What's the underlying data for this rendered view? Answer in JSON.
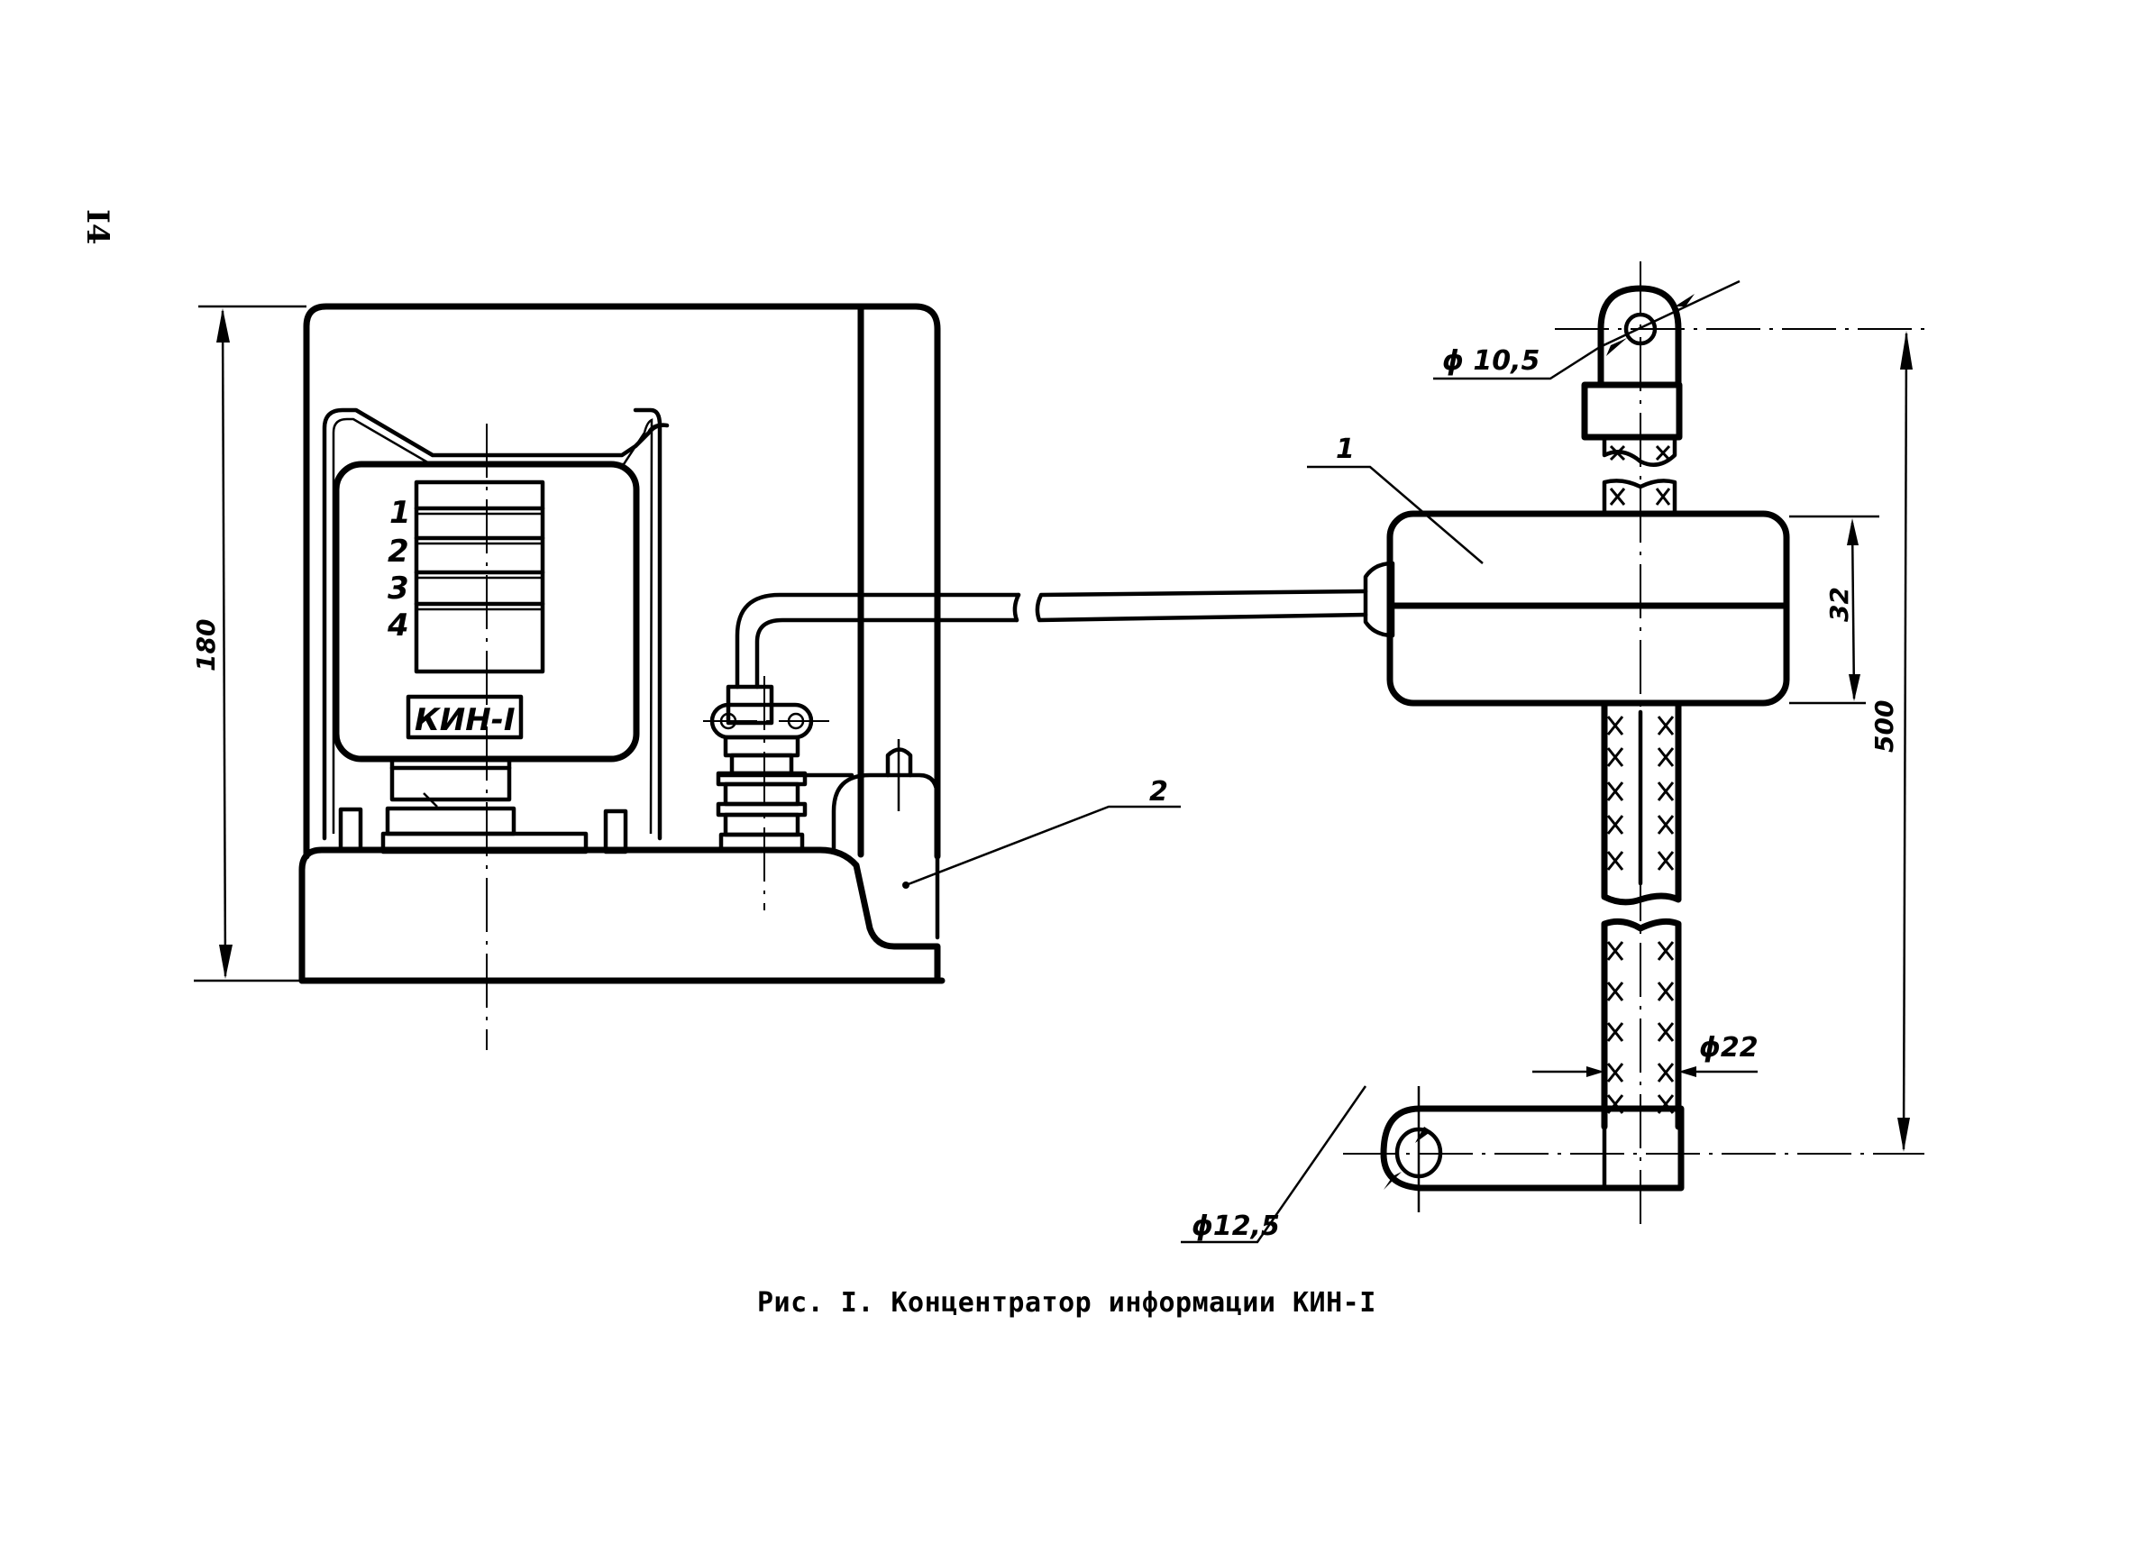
{
  "page": {
    "number": "I4"
  },
  "figure": {
    "caption": "Рис. I. Концентратор информации КИН-I",
    "device_label": "КИН-I",
    "channel_labels": [
      "1",
      "2",
      "3",
      "4"
    ],
    "callouts": {
      "part_1": "1",
      "part_2": "2"
    },
    "dimensions": {
      "height_left": "180",
      "sensor_height": "32",
      "overall_length": "500",
      "hole_top": "ϕ 10,5",
      "hole_bottom": "ϕ12,5",
      "tube_diameter": "ϕ22"
    }
  }
}
